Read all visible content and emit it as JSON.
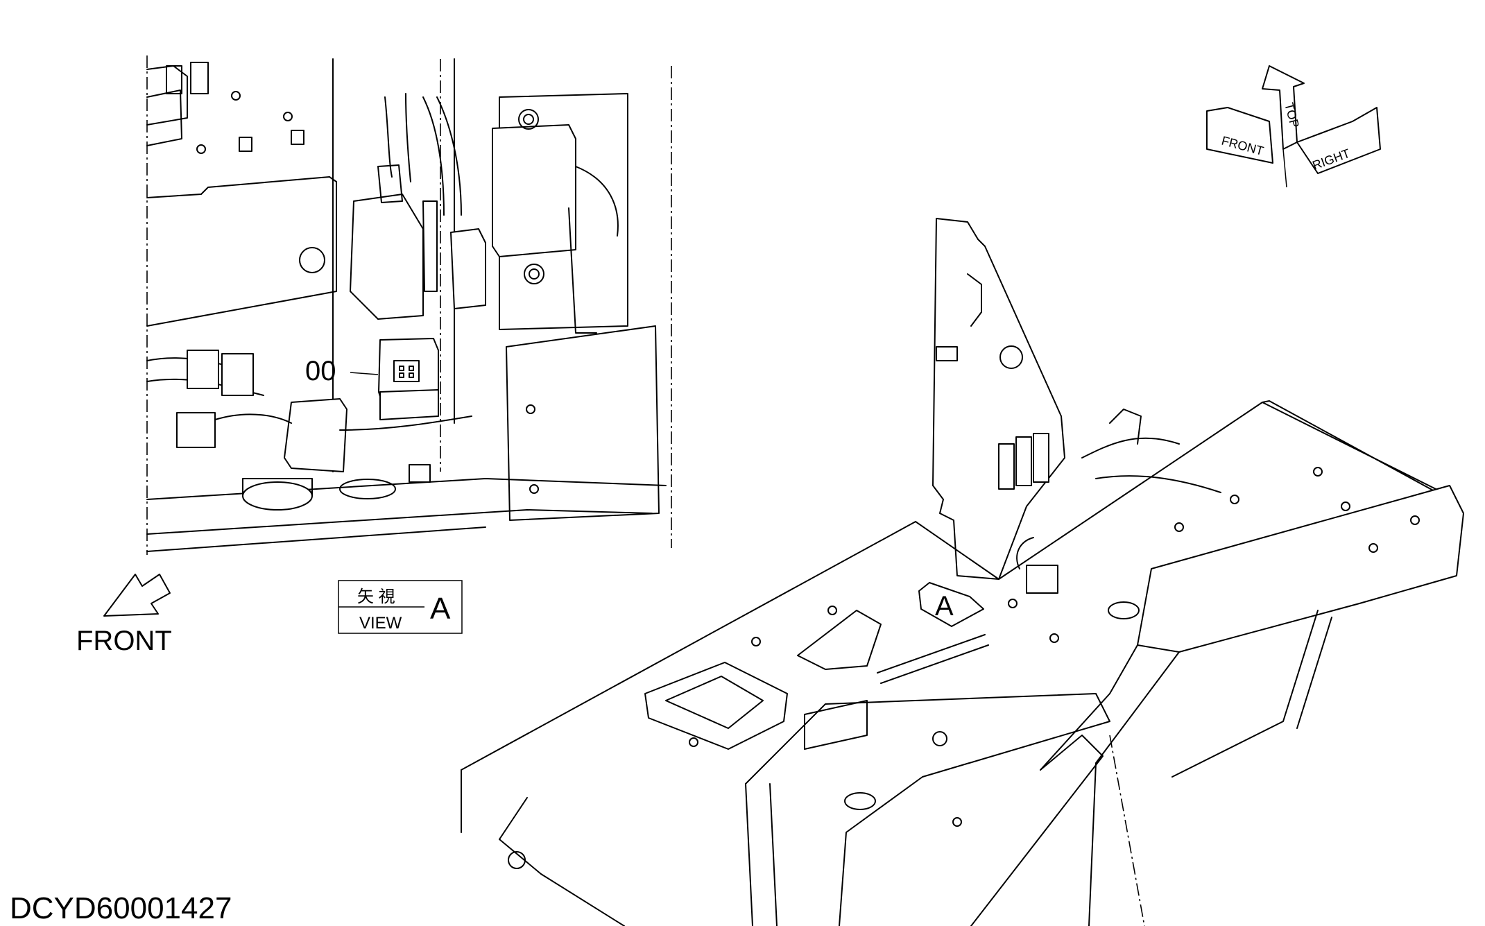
{
  "labels": {
    "part_number": "00",
    "view_kanji": "矢 視",
    "view_text": "VIEW",
    "view_letter": "A",
    "front": "FRONT",
    "arrow_a": "A",
    "drawing_id": "DCYD60001427"
  },
  "orientation_gizmo": {
    "top": "TOP",
    "front": "FRONT",
    "right": "RIGHT"
  }
}
